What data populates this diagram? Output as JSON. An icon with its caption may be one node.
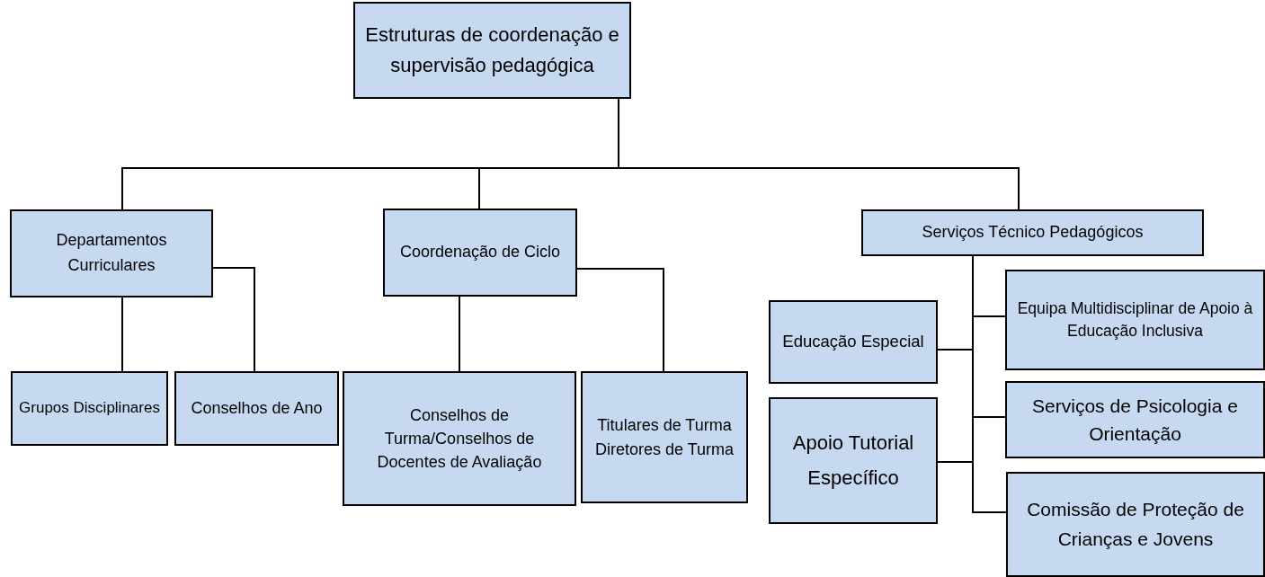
{
  "diagram": {
    "nodes": [
      {
        "text": [
          "Estruturas de coordenação e supervisão pedagógica"
        ]
      },
      {
        "text": [
          "Departamentos Curriculares"
        ]
      },
      {
        "text": [
          "Coordenação de Ciclo"
        ]
      },
      {
        "text": [
          "Serviços Técnico Pedagógicos"
        ]
      },
      {
        "text": [
          "Grupos Disciplinares"
        ]
      },
      {
        "text": [
          "Conselhos de Ano"
        ]
      },
      {
        "text": [
          "Conselhos de Turma/Conselhos de Docentes de Avaliação"
        ]
      },
      {
        "text": [
          "Titulares de Turma Diretores de Turma"
        ]
      },
      {
        "text": [
          "Equipa Multidisciplinar de Apoio à Educação Inclusiva"
        ]
      },
      {
        "text": [
          "Educação Especial"
        ]
      },
      {
        "text": [
          "Serviços de Psicologia e Orientação"
        ]
      },
      {
        "text": [
          "Apoio Tutorial Específico"
        ]
      },
      {
        "text": [
          "Comissão de Proteção de Crianças e Jovens"
        ]
      }
    ],
    "edges": [
      {
        "from": 0,
        "to": 1,
        "arrow": "none"
      },
      {
        "from": 0,
        "to": 2,
        "arrow": "none"
      },
      {
        "from": 0,
        "to": 3,
        "arrow": "none"
      },
      {
        "from": 1,
        "to": 4,
        "arrow": "none"
      },
      {
        "from": 1,
        "to": 5,
        "arrow": "none"
      },
      {
        "from": 2,
        "to": 6,
        "arrow": "none"
      },
      {
        "from": 2,
        "to": 7,
        "arrow": "none"
      },
      {
        "from": 3,
        "to": 8,
        "arrow": "none"
      },
      {
        "from": 3,
        "to": 9,
        "arrow": "none"
      },
      {
        "from": 3,
        "to": 10,
        "arrow": "none"
      },
      {
        "from": 3,
        "to": 11,
        "arrow": "none"
      },
      {
        "from": 3,
        "to": 12,
        "arrow": "none"
      }
    ]
  }
}
